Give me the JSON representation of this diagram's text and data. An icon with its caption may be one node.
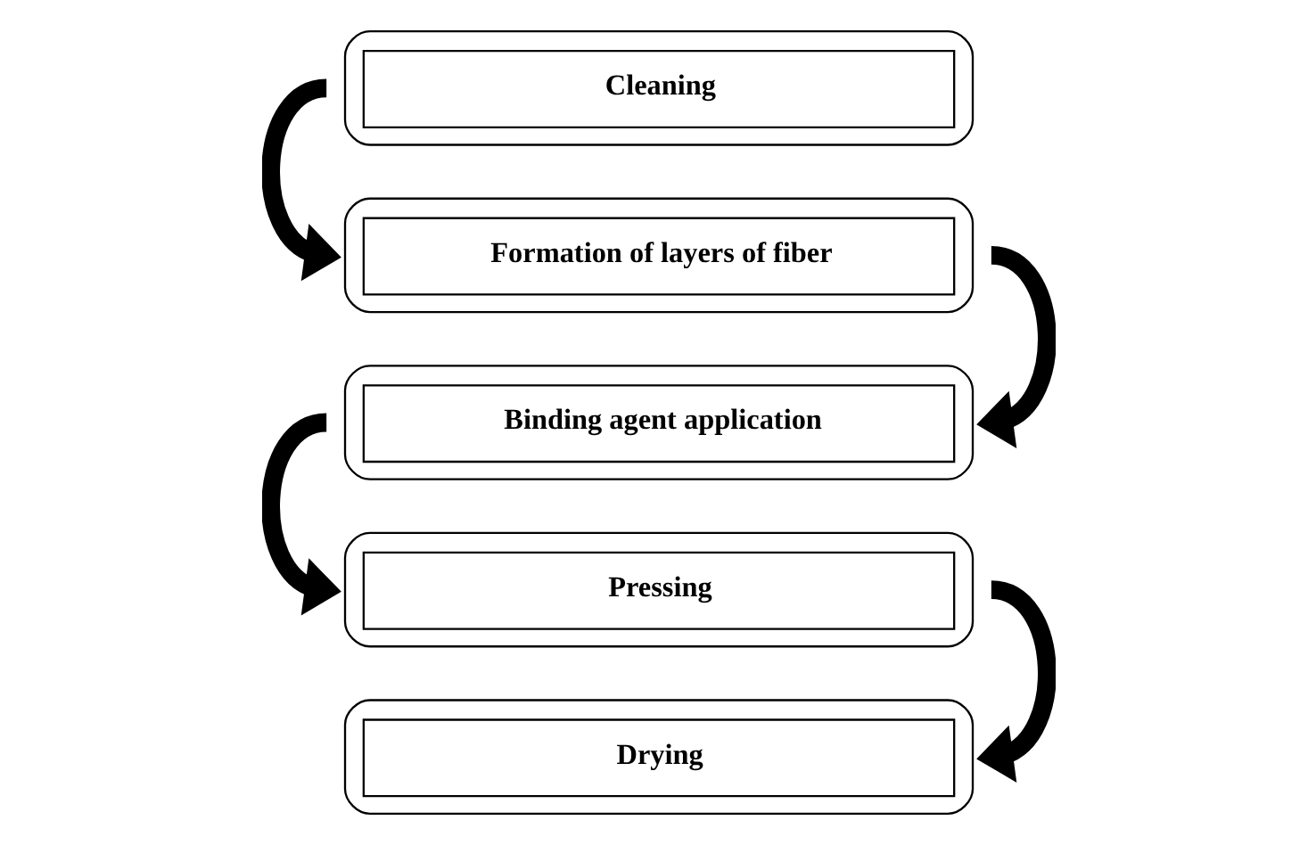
{
  "diagram": {
    "nodes": [
      {
        "text": [
          "Cleaning"
        ]
      },
      {
        "text": [
          "Formation of layers of fiber"
        ]
      },
      {
        "text": [
          "Binding agent application"
        ]
      },
      {
        "text": [
          "Pressing"
        ]
      },
      {
        "text": [
          "Drying"
        ]
      }
    ],
    "edges": [
      {
        "from": 0,
        "to": 1,
        "arrow": "to"
      },
      {
        "from": 1,
        "to": 2,
        "arrow": "to"
      },
      {
        "from": 2,
        "to": 3,
        "arrow": "to"
      },
      {
        "from": 3,
        "to": 4,
        "arrow": "to"
      }
    ]
  }
}
